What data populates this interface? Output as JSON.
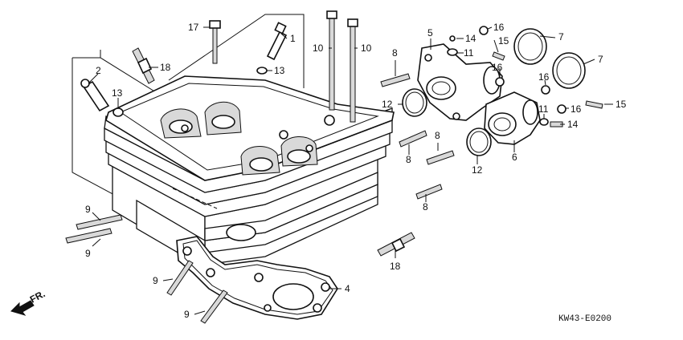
{
  "diagram": {
    "code": "KW43-E0200",
    "direction_label": "FR.",
    "callouts": [
      "1",
      "2",
      "4",
      "5",
      "6",
      "7",
      "8",
      "9",
      "10",
      "11",
      "12",
      "13",
      "14",
      "15",
      "16",
      "17",
      "18"
    ]
  }
}
